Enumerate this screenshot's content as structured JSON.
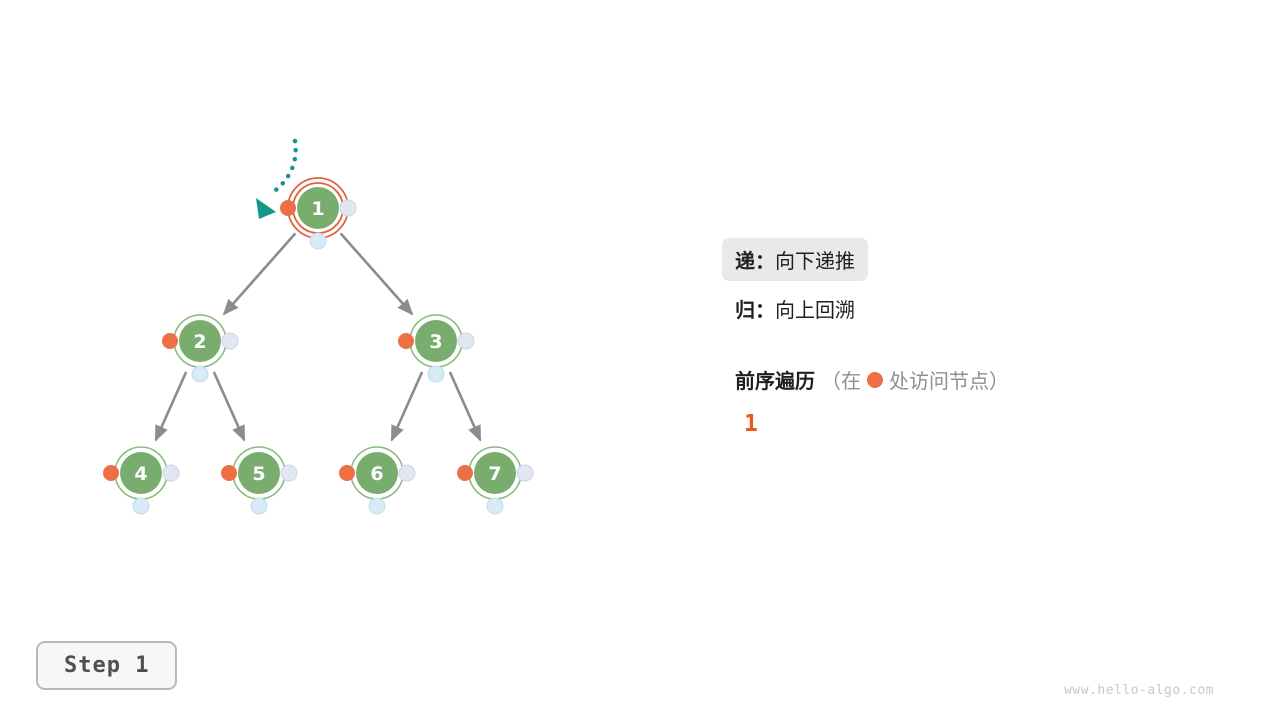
{
  "colors": {
    "node-green": "#79ad6e",
    "node-ring-green": "#8abc7d",
    "highlight-orange": "#e4603c",
    "dot-orange": "#ed6f45",
    "dot-lavender": "#e1e6f3",
    "dot-blue": "#d6ebf5",
    "edge-gray": "#8c8c8c",
    "teal": "#13998a",
    "sequence-orange": "#e8591f"
  },
  "tree": {
    "nodes": [
      {
        "value": "1",
        "highlighted": true
      },
      {
        "value": "2",
        "highlighted": false
      },
      {
        "value": "3",
        "highlighted": false
      },
      {
        "value": "4",
        "highlighted": false
      },
      {
        "value": "5",
        "highlighted": false
      },
      {
        "value": "6",
        "highlighted": false
      },
      {
        "value": "7",
        "highlighted": false
      }
    ],
    "edges": [
      [
        "1",
        "2"
      ],
      [
        "1",
        "3"
      ],
      [
        "2",
        "4"
      ],
      [
        "2",
        "5"
      ],
      [
        "3",
        "6"
      ],
      [
        "3",
        "7"
      ]
    ]
  },
  "legend": {
    "recurse_bold": "递：",
    "recurse_text": "向下递推",
    "backtrack_bold": "归：",
    "backtrack_text": "向上回溯",
    "traversal_title": "前序遍历",
    "note_prefix": "（在",
    "note_suffix": "处访问节点）",
    "sequence": "1"
  },
  "footer": {
    "step_label": "Step 1",
    "watermark": "www.hello-algo.com"
  }
}
